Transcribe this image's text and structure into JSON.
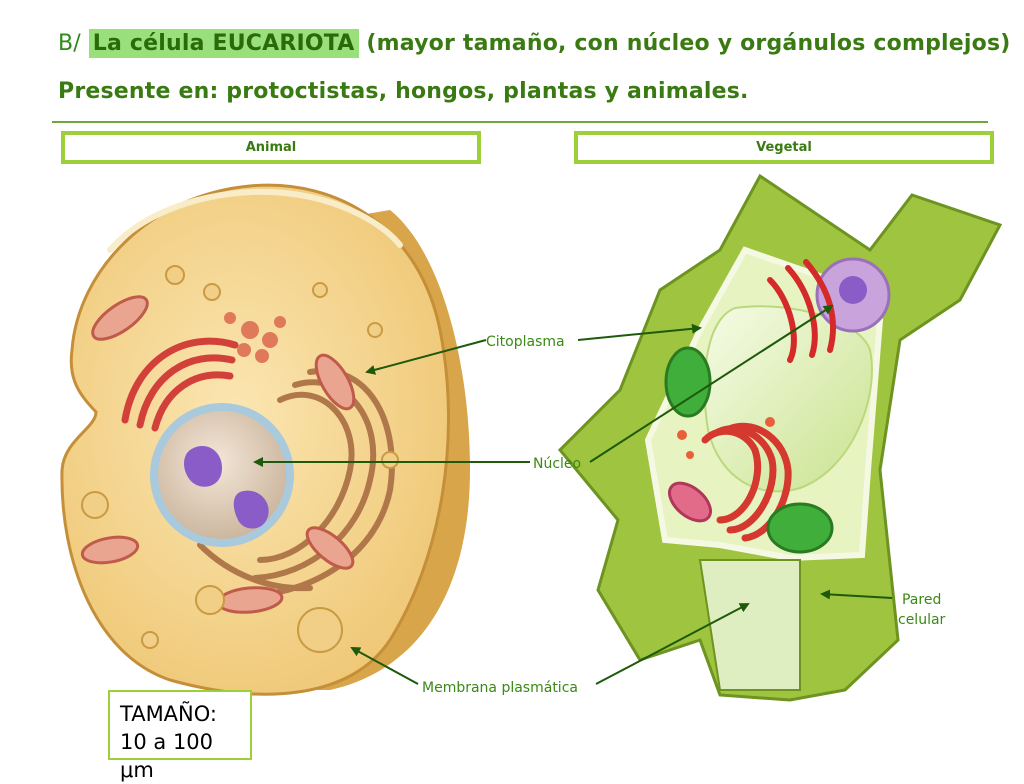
{
  "title": {
    "prefix": "B/",
    "highlight": "La célula EUCARIOTA",
    "rest": " (mayor tamaño, con núcleo y orgánulos complejos)",
    "line2": "Presente en: protoctistas, hongos, plantas y animales."
  },
  "panels": {
    "animal": "Animal",
    "plant": "Vegetal"
  },
  "labels": {
    "citoplasma": "Citoplasma",
    "nucleo": "Núcleo",
    "membrana": "Membrana plasmática",
    "pared_line1": "Pared",
    "pared_line2": "celular"
  },
  "size_box": {
    "line1": "TAMAÑO:",
    "line2": "10 a 100 μm"
  },
  "colors": {
    "title_green": "#3a7a12",
    "highlight": "#99e07a",
    "frame_green": "#9ccf3a",
    "arrow_green": "#1e5a0a"
  }
}
